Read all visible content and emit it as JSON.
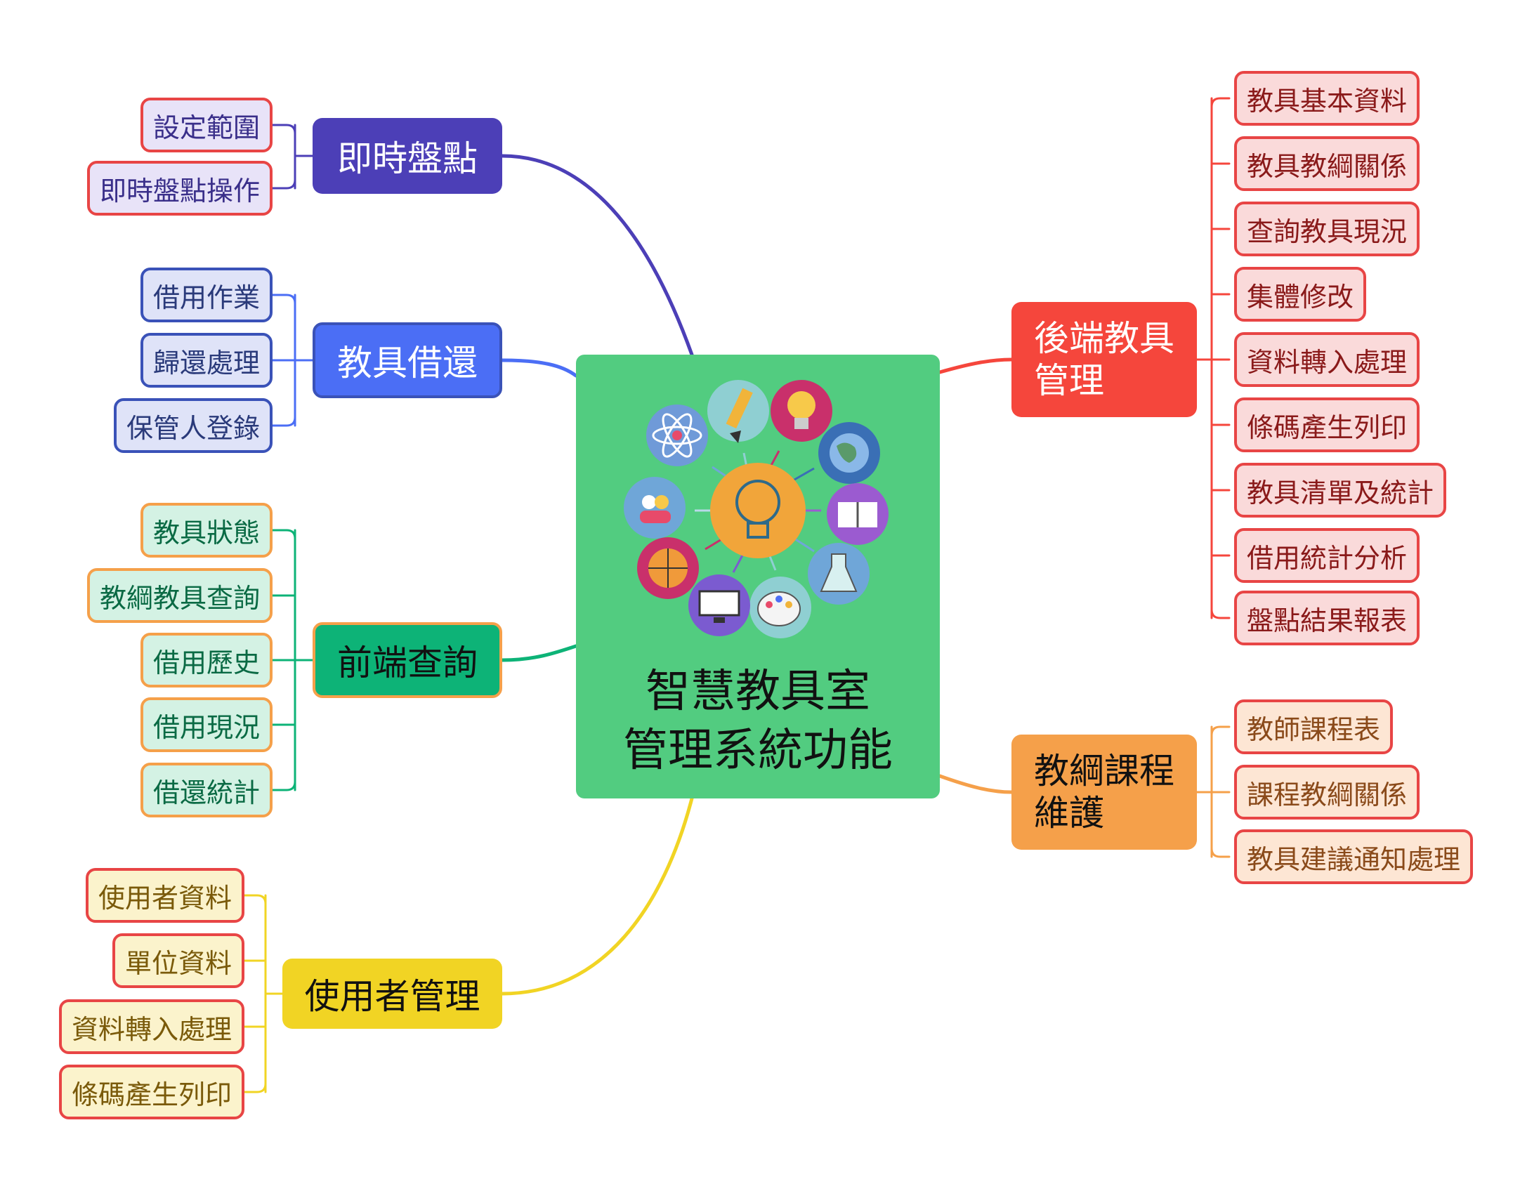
{
  "center": {
    "title_line1": "智慧教具室",
    "title_line2": "管理系統功能"
  },
  "branches": {
    "inventory": {
      "label": "即時盤點",
      "color": "#4c3fb7",
      "items": [
        "設定範圍",
        "即時盤點操作"
      ]
    },
    "borrow": {
      "label": "教具借還",
      "color": "#4b6ef5",
      "items": [
        "借用作業",
        "歸還處理",
        "保管人登錄"
      ]
    },
    "frontend": {
      "label": "前端查詢",
      "color": "#0db377",
      "items": [
        "教具狀態",
        "教綱教具查詢",
        "借用歷史",
        "借用現況",
        "借還統計"
      ]
    },
    "users": {
      "label": "使用者管理",
      "color": "#f1d424",
      "items": [
        "使用者資料",
        "單位資料",
        "資料轉入處理",
        "條碼產生列印"
      ]
    },
    "backend": {
      "label_line1": "後端教具",
      "label_line2": "管理",
      "color": "#f5463c",
      "items": [
        "教具基本資料",
        "教具教綱關係",
        "查詢教具現況",
        "集體修改",
        "資料轉入處理",
        "條碼產生列印",
        "教具清單及統計",
        "借用統計分析",
        "盤點結果報表"
      ]
    },
    "curriculum": {
      "label_line1": "教綱課程",
      "label_line2": "維護",
      "color": "#f5a04a",
      "items": [
        "教師課程表",
        "課程教綱關係",
        "教具建議通知處理"
      ]
    }
  },
  "icons": [
    "atom-icon",
    "pencil-icon",
    "lightbulb-icon",
    "globe-icon",
    "book-icon",
    "flask-icon",
    "palette-icon",
    "monitor-icon",
    "basketball-icon",
    "people-icon",
    "brain-bulb-icon"
  ]
}
